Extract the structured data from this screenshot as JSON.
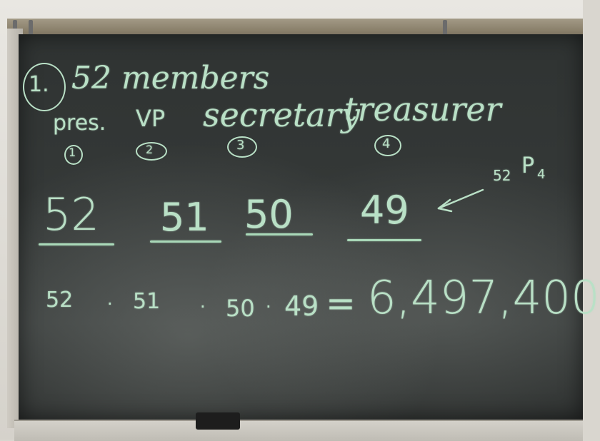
{
  "problem": {
    "number": "1.",
    "statement": "52 members"
  },
  "positions": [
    {
      "title": "pres.",
      "order": "1"
    },
    {
      "title": "VP",
      "order": "2"
    },
    {
      "title": "secretary",
      "order": "3"
    },
    {
      "title": "treasurer",
      "order": "4"
    }
  ],
  "slots": [
    "52",
    "51",
    "50",
    "49"
  ],
  "permutation": {
    "n": "52",
    "symbol": "P",
    "r": "4"
  },
  "equation": {
    "factors": [
      "52",
      "51",
      "50",
      "49"
    ],
    "operator": "·",
    "equals": "=",
    "result": "6,497,400"
  },
  "colors": {
    "chalk": "#b9e0c6",
    "board": "#343837"
  }
}
